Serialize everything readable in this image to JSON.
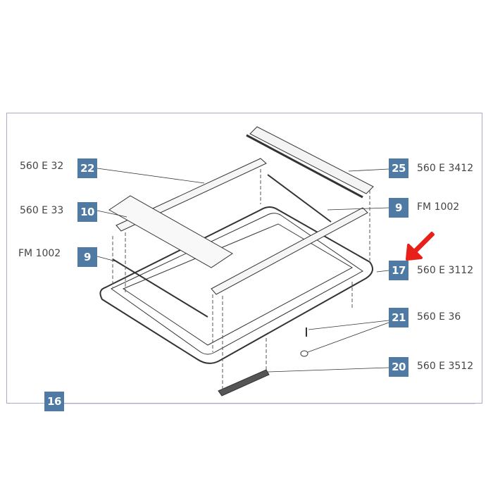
{
  "diagram": {
    "type": "exploded-parts-diagram",
    "subject": "roof hatch / skylight frame assembly",
    "accent_color": "#4f7aa3",
    "highlight_arrow_color": "#e8201a",
    "parts": [
      {
        "number": "22",
        "code": "560 E 32",
        "side": "left"
      },
      {
        "number": "10",
        "code": "560 E 33",
        "side": "left"
      },
      {
        "number": "9",
        "code": "FM 1002",
        "side": "left"
      },
      {
        "number": "25",
        "code": "560 E 3412",
        "side": "right"
      },
      {
        "number": "9",
        "code": "FM 1002",
        "side": "right"
      },
      {
        "number": "17",
        "code": "560 E 3112",
        "side": "right",
        "highlighted": true
      },
      {
        "number": "21",
        "code": "560 E 36",
        "side": "right"
      },
      {
        "number": "20",
        "code": "560 E 3512",
        "side": "right"
      }
    ],
    "frame_label": "16"
  }
}
